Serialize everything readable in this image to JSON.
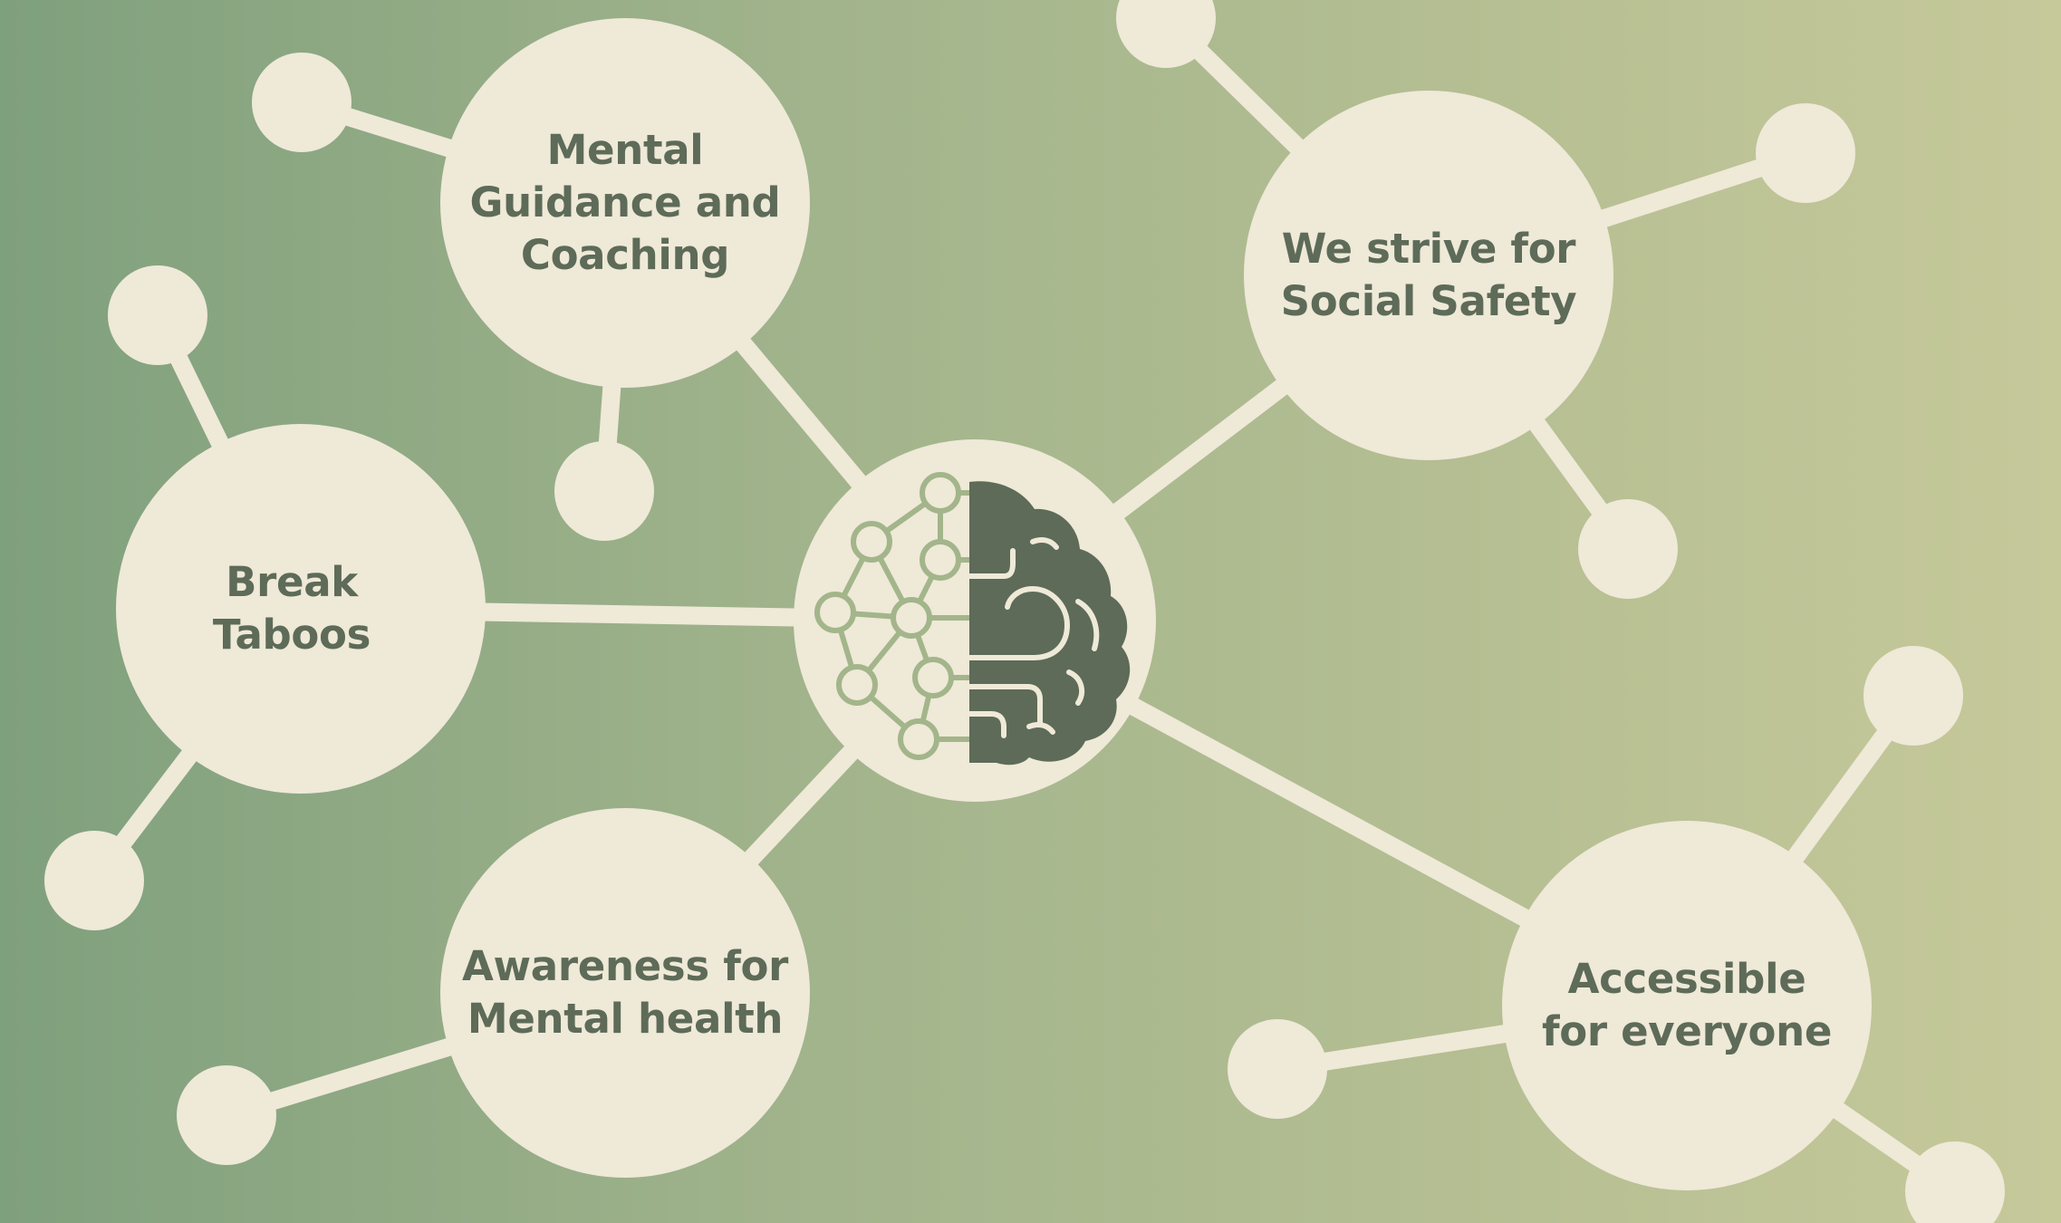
{
  "colors": {
    "node_fill": "#efe9d8",
    "label_text": "#5d6b58",
    "brain_accent": "#a3b58a",
    "background_left": "#7fa07d",
    "background_right": "#c6c99a"
  },
  "hub": {
    "icon": "brain-network-icon"
  },
  "topics": [
    {
      "id": "mental-guidance",
      "label": "Mental\nGuidance and\nCoaching"
    },
    {
      "id": "social-safety",
      "label": "We strive for\nSocial Safety"
    },
    {
      "id": "break-taboos",
      "label": "Break\nTaboos"
    },
    {
      "id": "awareness",
      "label": "Awareness for\nMental health"
    },
    {
      "id": "accessible",
      "label": "Accessible\nfor everyone"
    }
  ]
}
